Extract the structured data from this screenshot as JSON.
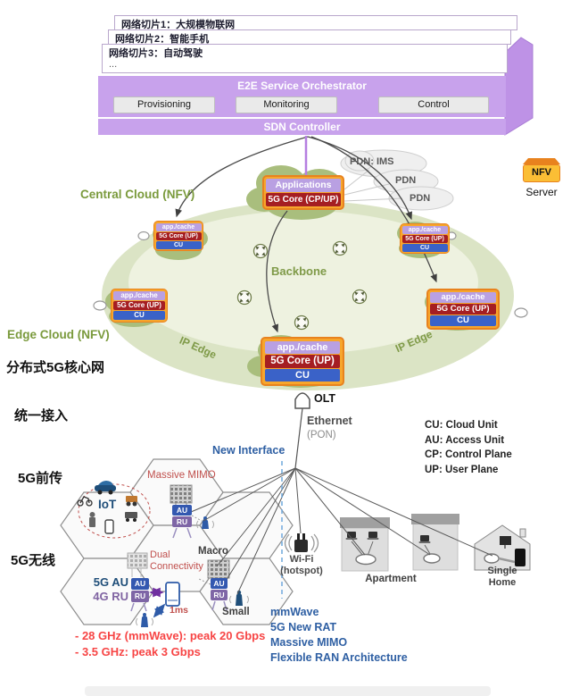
{
  "slices": {
    "s1": "网络切片1：大规模物联网",
    "s2": "网络切片2：智能手机",
    "s3": "网络切片3：自动驾驶",
    "more": "..."
  },
  "orchestrator": {
    "title": "E2E Service Orchestrator",
    "provisioning": "Provisioning",
    "monitoring": "Monitoring",
    "control": "Control",
    "sdn": "SDN Controller"
  },
  "nfv_legend": {
    "box": "NFV",
    "label": "Server"
  },
  "pdn": {
    "ims": "PDN: IMS",
    "pdn2": "PDN",
    "pdn3": "PDN"
  },
  "cloud": {
    "central": "Central Cloud (NFV)",
    "edge": "Edge Cloud (NFV)",
    "backbone": "Backbone",
    "ip_edge_left": "IP Edge",
    "ip_edge_right": "IP Edge"
  },
  "nodes": {
    "central_top": {
      "r1": "Applications",
      "r2": "5G Core (CP/UP)"
    },
    "edge": {
      "r1": "app./cache",
      "r2": "5G Core (UP)",
      "r3": "CU"
    },
    "central_main": {
      "r1": "app./cache",
      "r2": "5G Core (UP)",
      "r3": "CU"
    }
  },
  "left_labels": {
    "core": "分布式5G核心网",
    "access": "统一接入",
    "fronthaul": "5G前传",
    "wireless": "5G无线"
  },
  "transport": {
    "olt": "OLT",
    "ethernet": "Ethernet",
    "pon": "(PON)",
    "new_interface": "New Interface"
  },
  "abbrev": {
    "cu": "CU: Cloud Unit",
    "au": "AU: Access Unit",
    "cp": "CP: Control Plane",
    "up": "UP: User Plane"
  },
  "radio": {
    "massive_mimo": "Massive MIMO",
    "iot": "IoT",
    "dual": "Dual Connectivity",
    "macro": "Macro",
    "small": "Small",
    "au": "AU",
    "ru": "RU",
    "au5g": "5G AU",
    "ru4g": "4G RU",
    "latency": "1ms"
  },
  "specs": {
    "line1": "- 28 GHz (mmWave): peak 20 Gbps",
    "line2": "- 3.5 GHz: peak 3 Gbps"
  },
  "premises": {
    "wifi": "Wi-Fi",
    "hotspot": "(hotspot)",
    "apartment": "Apartment",
    "single_home": "Single Home"
  },
  "features": {
    "f1": "mmWave",
    "f2": "5G New RAT",
    "f3": "Massive MIMO",
    "f4": "Flexible RAN Architecture"
  },
  "colors": {
    "purple_platform": "#C8A2EC",
    "orange_border": "#E8821E",
    "orange_fill": "#F7A62C",
    "bar_purple": "#B9A0E2",
    "bar_red": "#A51E22",
    "bar_blue": "#3A62C8",
    "au_blue": "#3358B0",
    "ru_purple": "#7E65A6",
    "green_text": "#7A9A3C",
    "cloud_green": "#A9BE7D",
    "ellipse_outer": "#DBE4C5",
    "ellipse_inner": "#EEF2E0",
    "accent_red": "#C0504D",
    "bright_red": "#F74545",
    "blue_text": "#2E5FA3",
    "dashed_blue": "#6FA8DC"
  }
}
